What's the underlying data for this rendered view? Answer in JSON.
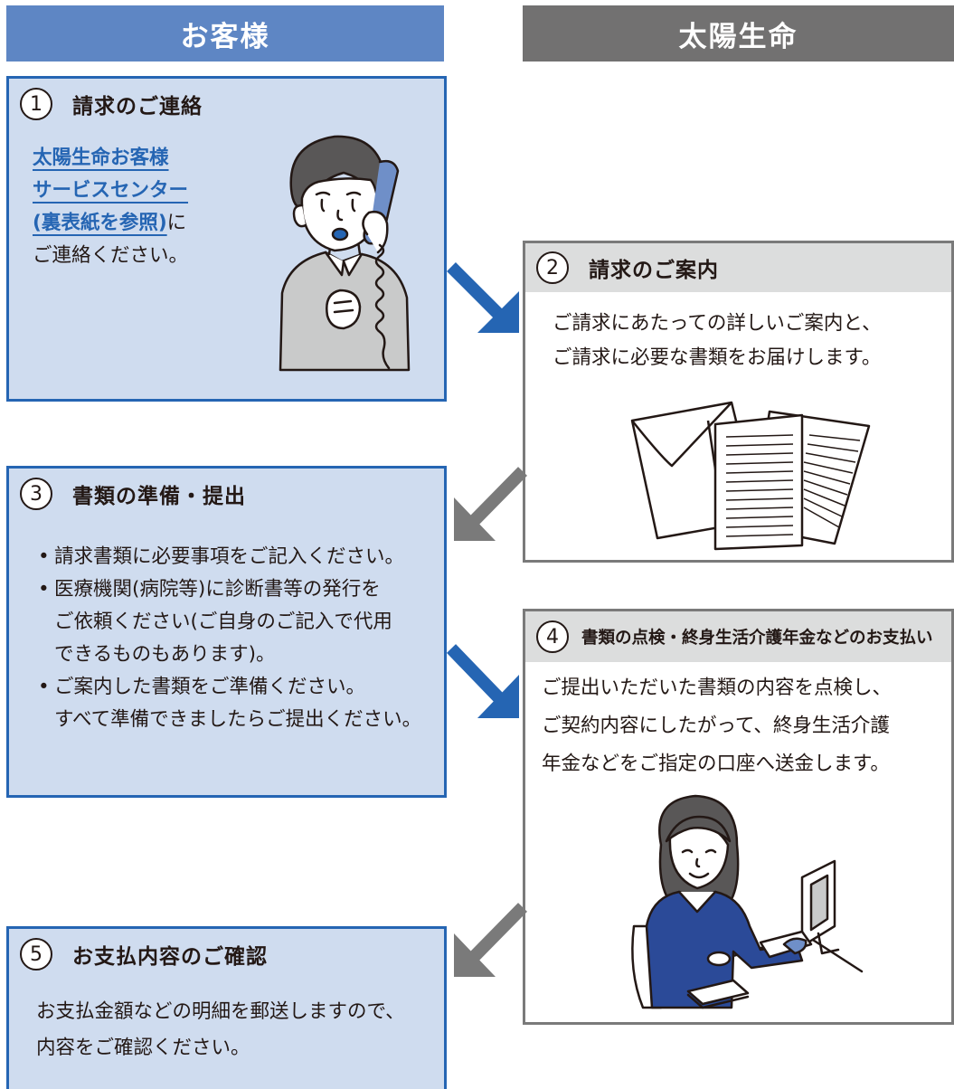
{
  "columns": {
    "customer": "お客様",
    "company": "太陽生命"
  },
  "steps": {
    "s1": {
      "num": "1",
      "title": "請求のご連絡",
      "link1": "太陽生命お客様",
      "link2": "サービスセンター",
      "link3": "(裏表紙を参照)",
      "link3_suffix": "に",
      "text4": "ご連絡ください。"
    },
    "s2": {
      "num": "2",
      "title": "請求のご案内",
      "line1": "ご請求にあたっての詳しいご案内と、",
      "line2": "ご請求に必要な書類をお届けします。"
    },
    "s3": {
      "num": "3",
      "title": "書類の準備・提出",
      "b1": "請求書類に必要事項をご記入ください。",
      "b2a": "医療機関(病院等)に診断書等の発行を",
      "b2b": "ご依頼ください(ご自身のご記入で代用",
      "b2c": "できるものもあります)。",
      "b3a": "ご案内した書類をご準備ください。",
      "b3b": "すべて準備できましたらご提出ください。"
    },
    "s4": {
      "num": "4",
      "title": "書類の点検・終身生活介護年金などのお支払い",
      "line1": "ご提出いただいた書類の内容を点検し、",
      "line2": "ご契約内容にしたがって、終身生活介護",
      "line3": "年金などをご指定の口座へ送金します。"
    },
    "s5": {
      "num": "5",
      "title": "お支払内容のご確認",
      "line1": "お支払金額などの明細を郵送しますので、",
      "line2": "内容をご確認ください。"
    }
  },
  "colors": {
    "customer_header": "#5e86c4",
    "company_header": "#727171",
    "customer_card": "#cfdcef",
    "customer_border": "#2565b3",
    "company_border": "#7a7a7a",
    "arrow_blue": "#2565b3",
    "arrow_gray": "#7a7a7a"
  }
}
